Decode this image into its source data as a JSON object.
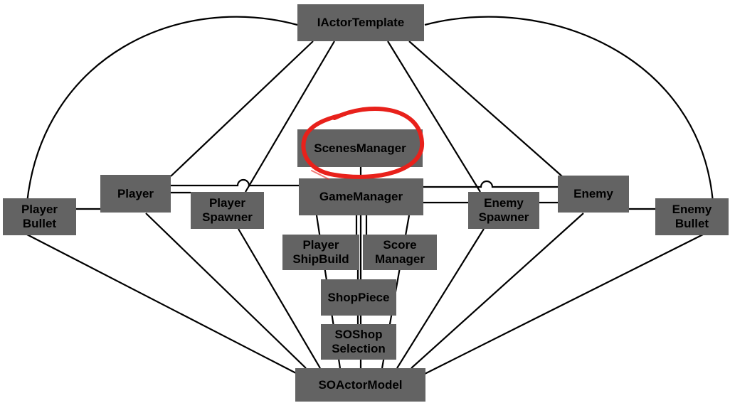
{
  "colors": {
    "node_fill": "#636363",
    "node_text": "#000000",
    "edge": "#000000",
    "highlight_circle": "#e8211b",
    "background": "#ffffff"
  },
  "nodes": {
    "iactor_template": {
      "line1": "IActorTemplate"
    },
    "scenes_manager": {
      "line1": "ScenesManager"
    },
    "game_manager": {
      "line1": "GameManager"
    },
    "player": {
      "line1": "Player"
    },
    "player_spawner": {
      "line1": "Player",
      "line2": "Spawner"
    },
    "player_bullet": {
      "line1": "Player",
      "line2": "Bullet"
    },
    "enemy": {
      "line1": "Enemy"
    },
    "enemy_spawner": {
      "line1": "Enemy",
      "line2": "Spawner"
    },
    "enemy_bullet": {
      "line1": "Enemy",
      "line2": "Bullet"
    },
    "player_ship_build": {
      "line1": "Player",
      "line2": "ShipBuild"
    },
    "score_manager": {
      "line1": "Score",
      "line2": "Manager"
    },
    "shop_piece": {
      "line1": "ShopPiece"
    },
    "so_shop_selection": {
      "line1": "SOShop",
      "line2": "Selection"
    },
    "so_actor_model": {
      "line1": "SOActorModel"
    }
  },
  "highlight": {
    "target": "ScenesManager",
    "shape": "hand-drawn circle"
  }
}
